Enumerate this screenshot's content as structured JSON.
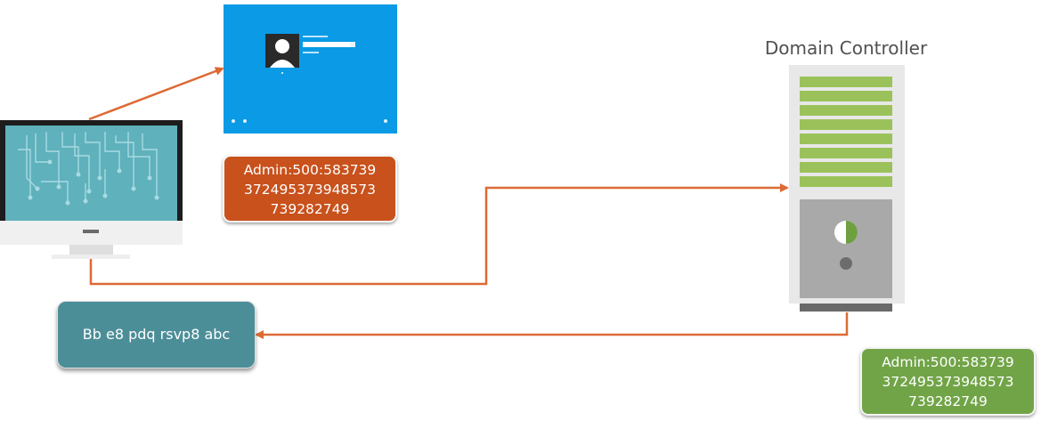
{
  "domain_controller": {
    "title": "Domain Controller"
  },
  "hash_client": {
    "lines": [
      "Admin:500:583739",
      "372495373948573",
      "739282749"
    ],
    "color": "#c8511c"
  },
  "hash_server": {
    "lines": [
      "Admin:500:583739",
      "372495373948573",
      "739282749"
    ],
    "color": "#71a447"
  },
  "challenge": {
    "text": "Bb e8 pdq rsvp8 abc",
    "color": "#4c8e98"
  },
  "colors": {
    "arrow": "#dd6a35",
    "login_screen": "#0a9ae6",
    "server_body": "#e8e8e8",
    "server_stripes": "#9bc25a"
  },
  "icons": [
    "computer-monitor-icon",
    "login-screen-icon",
    "user-avatar-icon",
    "server-tower-icon"
  ]
}
